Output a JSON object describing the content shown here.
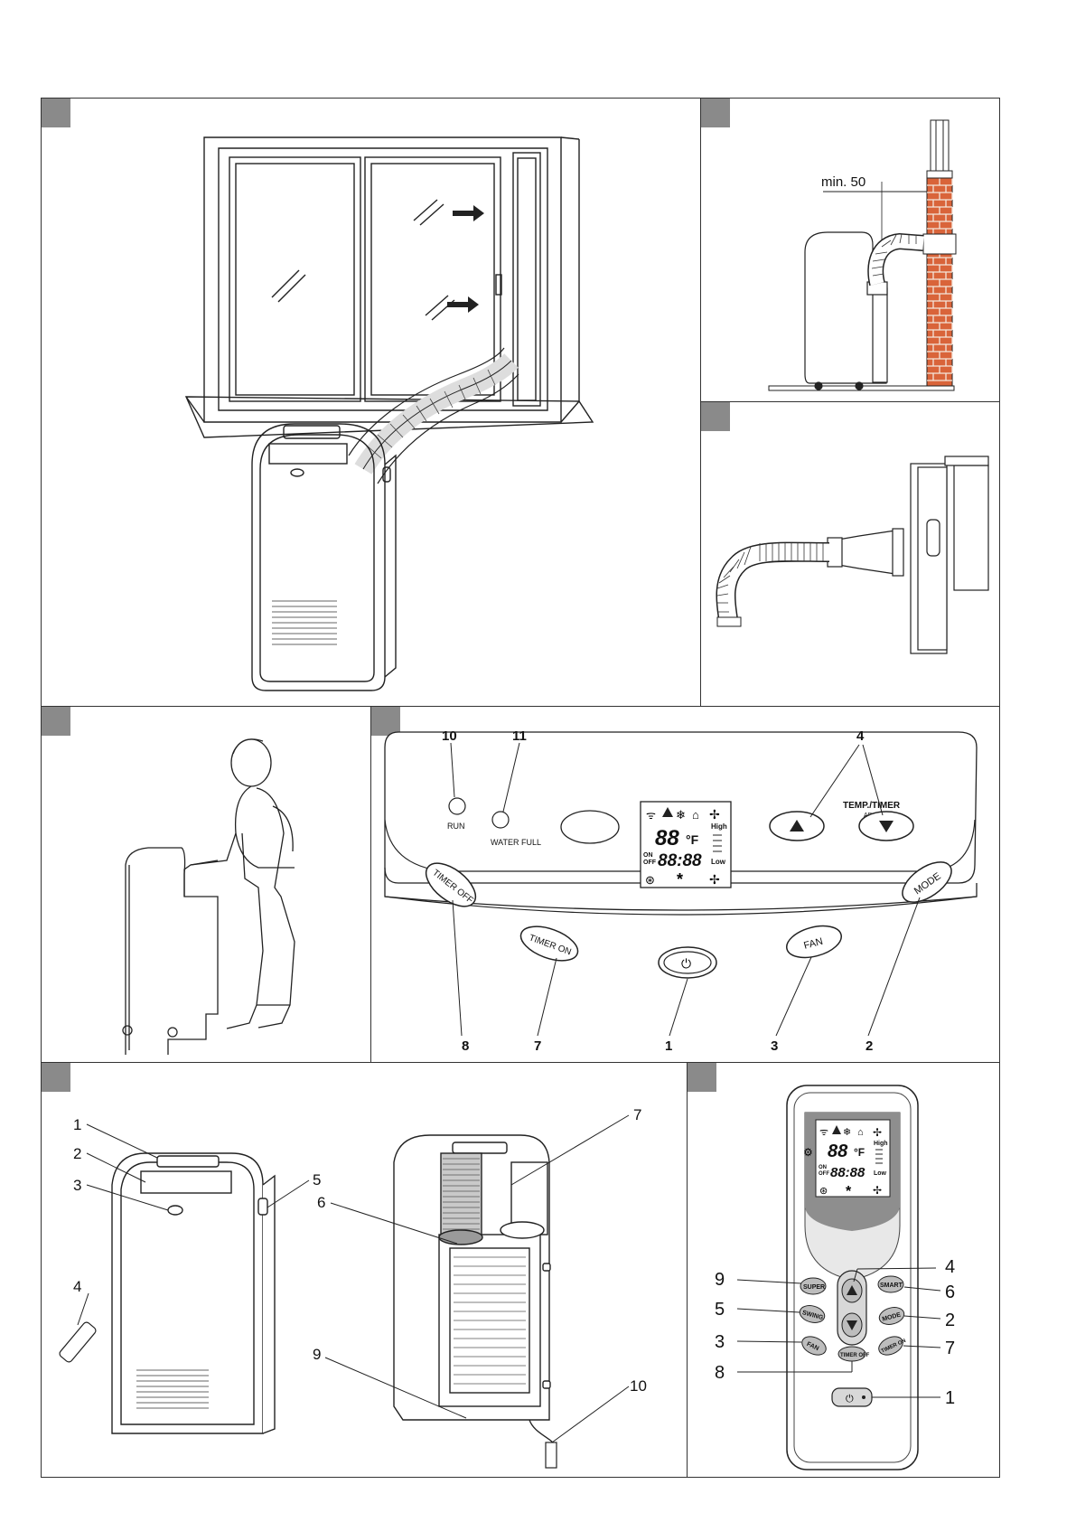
{
  "diagram_a": {
    "tab": ""
  },
  "diagram_b": {
    "tab": "",
    "dimension": "min. 50"
  },
  "diagram_c": {
    "tab": ""
  },
  "diagram_d": {
    "tab": ""
  },
  "control_panel": {
    "tab": "",
    "callouts": {
      "n10": "10",
      "n11": "11",
      "n4": "4",
      "n8": "8",
      "n7": "7",
      "n1": "1",
      "n3": "3",
      "n2": "2"
    },
    "run_label": "RUN",
    "water_full_label": "WATER FULL",
    "temp_timer_label": "TEMP./TIMER",
    "adj_label": "ADJ.",
    "timer_off": "TIMER OFF",
    "timer_on": "TIMER ON",
    "fan": "FAN",
    "mode": "MODE",
    "lcd": {
      "temp": "88",
      "unit": "°F",
      "on": "ON",
      "off": "OFF",
      "time": "88:88",
      "high": "High",
      "low": "Low"
    }
  },
  "unit_parts": {
    "tab": "",
    "callouts": {
      "n1": "1",
      "n2": "2",
      "n3": "3",
      "n4": "4",
      "n5": "5",
      "n6": "6",
      "n7": "7",
      "n9": "9",
      "n10": "10"
    }
  },
  "remote": {
    "tab": "",
    "callouts": {
      "n9": "9",
      "n4": "4",
      "n6": "6",
      "n5": "5",
      "n2": "2",
      "n3": "3",
      "n7": "7",
      "n8": "8",
      "n1": "1"
    },
    "buttons": {
      "super": "SUPER",
      "smart": "SMART",
      "swing": "SWING",
      "mode": "MODE",
      "fan": "FAN",
      "timer_off": "TIMER OFF",
      "timer_on": "TIMER ON"
    },
    "lcd": {
      "temp": "88",
      "unit": "°F",
      "on": "ON",
      "off": "OFF",
      "time": "88:88",
      "high": "High",
      "low": "Low"
    }
  },
  "colors": {
    "brick": "#d9643a",
    "mortar": "#f4e6dc",
    "tab": "#8a8a8a",
    "lcd_bg": "#8e8e8e",
    "button": "#bdbdbd"
  }
}
